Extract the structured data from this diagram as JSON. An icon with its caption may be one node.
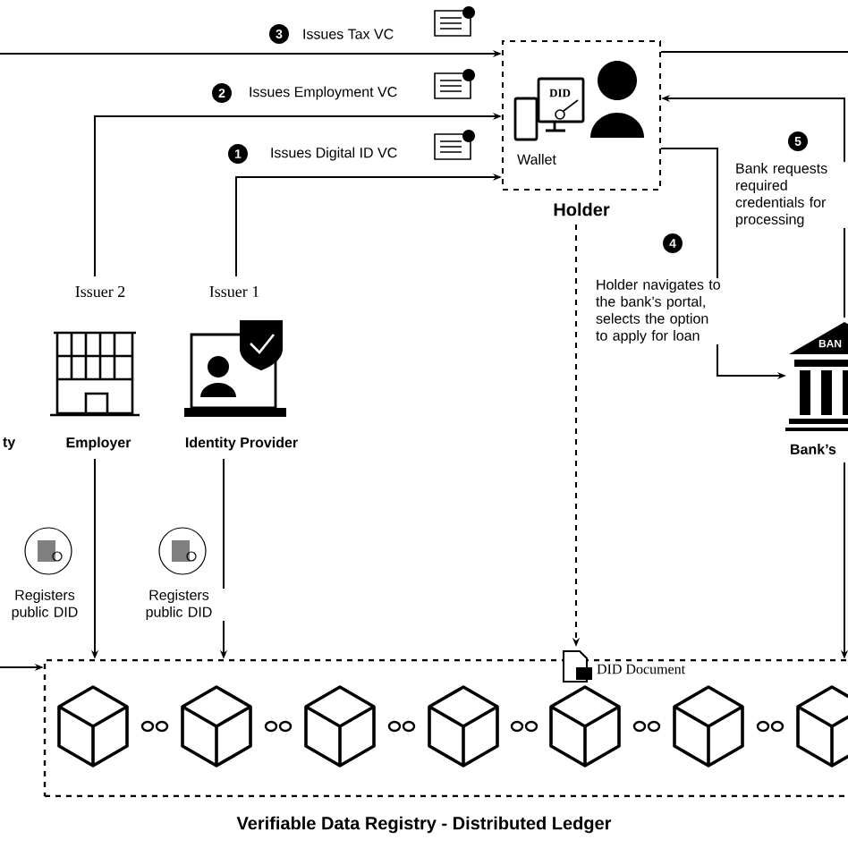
{
  "diagram": {
    "nodes": [
      {
        "text": [
          "Wallet",
          "Holder"
        ]
      },
      {
        "text": [
          "ty"
        ]
      },
      {
        "text": [
          "Issuer 2",
          "Employer"
        ]
      },
      {
        "text": [
          "Issuer 1",
          "Identity Provider"
        ]
      },
      {
        "text": [
          "Bank’s"
        ]
      },
      {
        "text": [
          "Verifiable Data Registry - Distributed Ledger"
        ]
      },
      {
        "text": [
          "DID Document"
        ],
        "in": 5
      }
    ],
    "edges": [
      {
        "from": null,
        "to": 0,
        "arrow": "to",
        "label": "Issues Tax VC"
      },
      {
        "from": 2,
        "to": 0,
        "arrow": "to",
        "label": "Issues Employment VC"
      },
      {
        "from": 3,
        "to": 0,
        "arrow": "to",
        "label": "Issues Digital ID VC"
      },
      {
        "from": 0,
        "to": null,
        "arrow": "none"
      },
      {
        "from": 4,
        "to": 0,
        "arrow": "to",
        "label": "Bank requests required credentials for processing"
      },
      {
        "from": 0,
        "to": 4,
        "arrow": "to",
        "label": "Holder navigates to the bank’s portal, selects the option to apply for loan"
      },
      {
        "from": 0,
        "to": 6,
        "arrow": "to",
        "style": "dashed"
      },
      {
        "from": 2,
        "to": 5,
        "arrow": "to",
        "label": "Registers public DID"
      },
      {
        "from": 3,
        "to": 5,
        "arrow": "to",
        "label": "Registers public DID"
      },
      {
        "from": 4,
        "to": 5,
        "arrow": "to"
      },
      {
        "from": null,
        "to": 5,
        "arrow": "to"
      }
    ],
    "labels": [
      "3",
      "2",
      "1",
      "DID",
      "5",
      "4",
      "BAN"
    ]
  }
}
